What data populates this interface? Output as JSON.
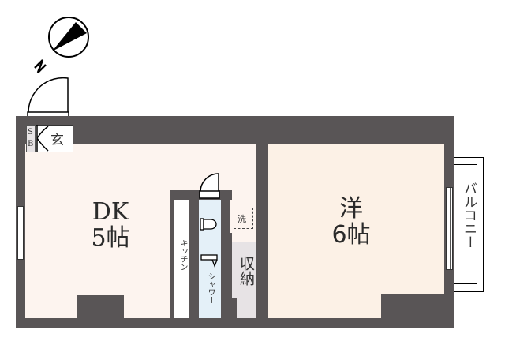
{
  "compass": {
    "label": "N",
    "icon": "north-arrow-icon"
  },
  "rooms": {
    "dk": {
      "name": "DK",
      "size": "5帖"
    },
    "western": {
      "name": "洋",
      "size": "6帖"
    },
    "kitchen": {
      "name": "キッチン"
    },
    "shower": {
      "name": "シャワー"
    },
    "storage": {
      "name": "収納"
    },
    "laundry": {
      "name": "洗"
    },
    "entrance": {
      "name": "玄"
    },
    "shoebox": {
      "name": "SB"
    },
    "balcony": {
      "name": "バルコニー"
    }
  },
  "colors": {
    "wall": "#595556",
    "dk_floor": "#fdf4ef",
    "western_floor": "#fcf1e6",
    "wet_area": "#e4f0f8",
    "storage": "#e7e3e5"
  }
}
